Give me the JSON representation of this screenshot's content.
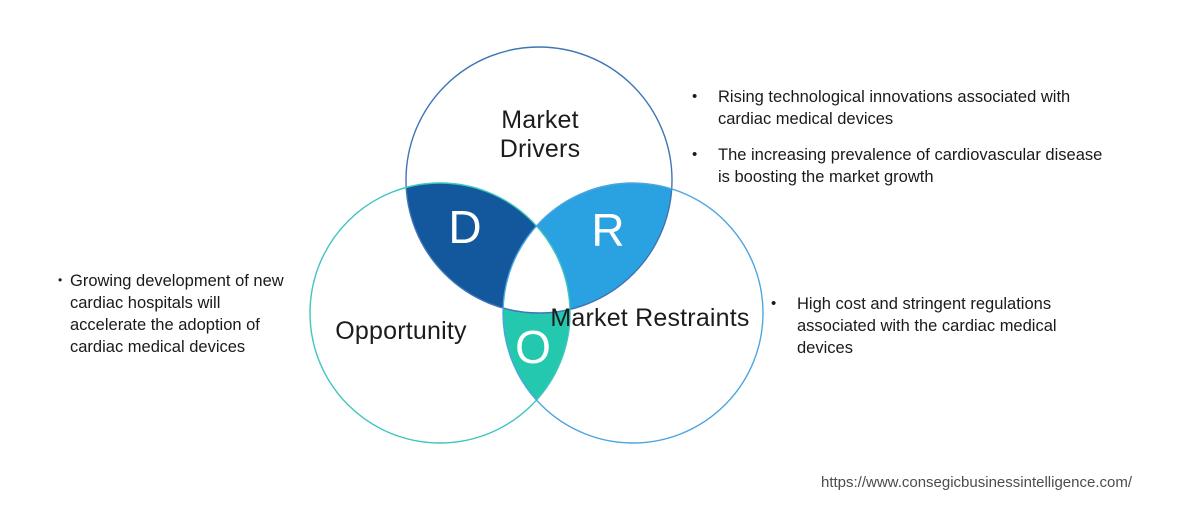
{
  "venn": {
    "colors": {
      "drivers_outline": "#3f74b5",
      "opportunity_outline": "#3fc5bd",
      "restraints_outline": "#4ba5e0",
      "drivers_opportunity_fill": "#13579c",
      "drivers_restraints_fill": "#2aa2e2",
      "opportunity_restraints_fill": "#24c8ae",
      "center_fill": "#ffffff"
    },
    "labels": {
      "drivers": "Market Drivers",
      "opportunity": "Opportunity",
      "restraints": "Market Restraints"
    },
    "overlap_letters": {
      "drivers_opportunity": "D",
      "drivers_restraints": "R",
      "opportunity_restraints": "O"
    }
  },
  "annotations": {
    "bullet": "•",
    "drivers_points": [
      {
        "text": "Rising technological innovations associated with cardiac medical devices"
      },
      {
        "text": "The increasing prevalence of cardiovascular disease is boosting the market growth"
      }
    ],
    "opportunity_points": [
      {
        "text": "Growing development of new cardiac hospitals will accelerate the adoption of cardiac medical devices"
      }
    ],
    "restraints_points": [
      {
        "text": "High cost and stringent regulations associated with the cardiac medical devices"
      }
    ]
  },
  "footer": {
    "url": "https://www.consegicbusinessintelligence.com/"
  }
}
